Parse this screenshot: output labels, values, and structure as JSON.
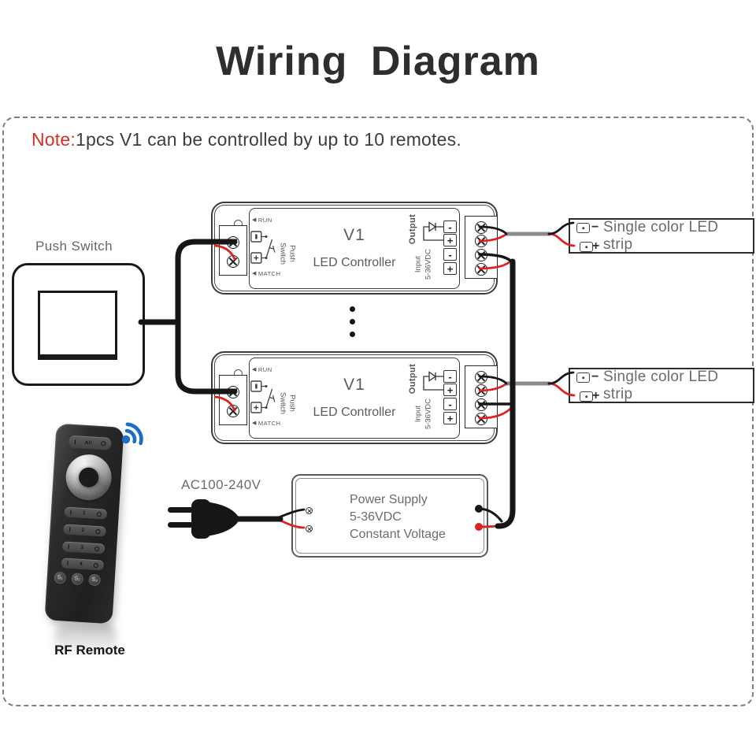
{
  "title": "Wiring Diagram",
  "note": {
    "prefix": "Note:",
    "body": "1pcs V1 can be controlled by up to 10 remotes."
  },
  "push_switch": {
    "label": "Push Switch"
  },
  "controllers": [
    {
      "model": "V1",
      "type": "LED Controller",
      "run": "RUN",
      "match": "MATCH",
      "push_switch": "Push\nSwitch",
      "output": "Output",
      "input": "Input\n5-36VDC",
      "out_neg": "-",
      "out_pos": "+",
      "in_neg": "-",
      "in_pos": "+"
    },
    {
      "model": "V1",
      "type": "LED Controller",
      "run": "RUN",
      "match": "MATCH",
      "push_switch": "Push\nSwitch",
      "output": "Output",
      "input": "Input\n5-36VDC",
      "out_neg": "-",
      "out_pos": "+",
      "in_neg": "-",
      "in_pos": "+"
    }
  ],
  "led_strips": [
    {
      "label": "Single color LED strip",
      "neg": "−",
      "pos": "+"
    },
    {
      "label": "Single color LED strip",
      "neg": "−",
      "pos": "+"
    }
  ],
  "power_supply": {
    "line1": "Power Supply",
    "line2": "5-36VDC",
    "line3": "Constant Voltage"
  },
  "ac_plug": {
    "label": "AC100-240V"
  },
  "remote": {
    "label": "RF Remote",
    "top_button": {
      "on": "I",
      "center": "All"
    },
    "zone_buttons": [
      {
        "on": "I",
        "num": "1"
      },
      {
        "on": "I",
        "num": "2"
      },
      {
        "on": "I",
        "num": "3"
      },
      {
        "on": "I",
        "num": "4"
      }
    ],
    "scene_buttons": [
      "S₁",
      "S₂",
      "S₃"
    ]
  },
  "colors": {
    "note_red": "#d43023",
    "wire_red": "#dd2222",
    "wire_black": "#161616",
    "cable_gray": "#8b8b8b",
    "wifi_blue": "#1b6ec8",
    "label_gray": "#6b6b6b"
  }
}
